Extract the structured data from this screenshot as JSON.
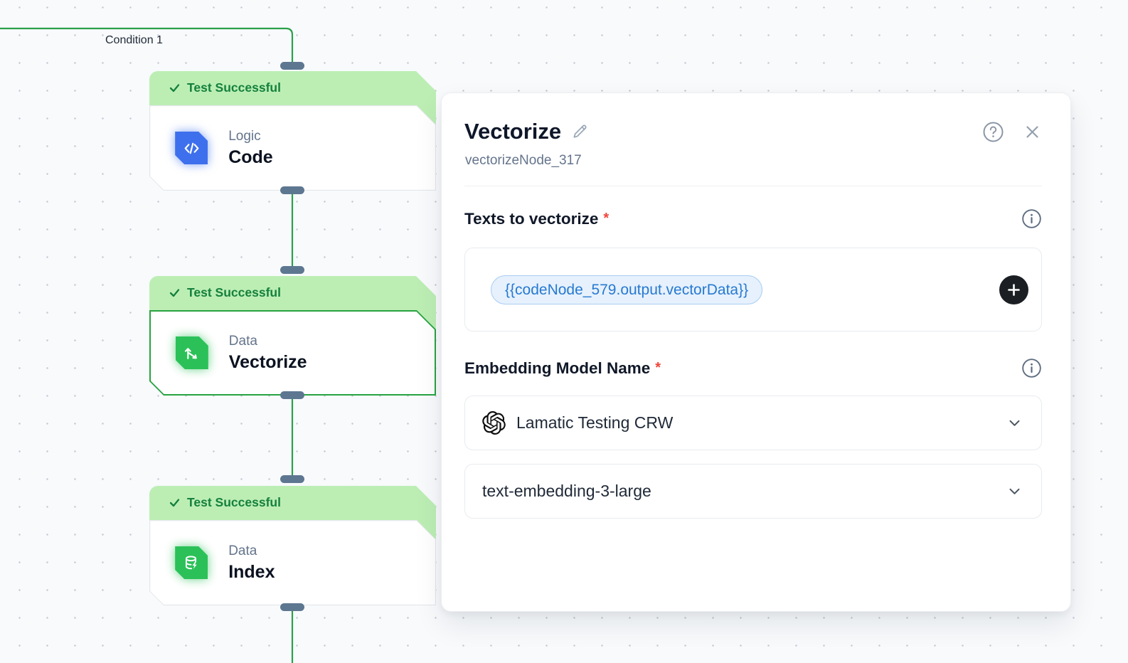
{
  "canvas": {
    "condition_label": "Condition 1",
    "nodes": [
      {
        "badge": "Test Successful",
        "category": "Logic",
        "title": "Code"
      },
      {
        "badge": "Test Successful",
        "category": "Data",
        "title": "Vectorize"
      },
      {
        "badge": "Test Successful",
        "category": "Data",
        "title": "Index"
      }
    ]
  },
  "panel": {
    "title": "Vectorize",
    "subtitle": "vectorizeNode_317",
    "sections": {
      "texts": {
        "label": "Texts to vectorize",
        "required": "*",
        "chip": "{{codeNode_579.output.vectorData}}"
      },
      "model": {
        "label": "Embedding Model Name",
        "required": "*",
        "provider": "Lamatic Testing CRW",
        "model": "text-embedding-3-large"
      }
    }
  },
  "icons": {
    "edit": "pencil-icon",
    "help": "question-circle-icon",
    "close": "x-icon",
    "info": "info-circle-icon",
    "add": "plus-icon",
    "expand": "chevron-down-icon",
    "provider_logo": "openai-logo",
    "node_code": "code-brackets-icon",
    "node_vectorize": "vector-axes-icon",
    "node_index": "database-bolt-icon",
    "badge_check": "checkmark-icon"
  },
  "colors": {
    "edge": "#2ba04a",
    "badge_bg": "#bceeb4",
    "badge_text": "#15803d",
    "selected_border": "#27a341",
    "code_icon": "#3e70ed",
    "data_icon": "#2bc158",
    "handle": "#5d7791",
    "chip_text": "#2779d0",
    "chip_bg": "#e6f1fd",
    "chip_border": "#a8ccf2",
    "add_button": "#1b1f24",
    "required_mark": "#f04438"
  }
}
